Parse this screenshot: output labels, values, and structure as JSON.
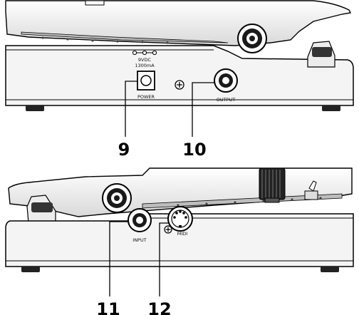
{
  "top_view": {
    "power_spec_voltage": "9VDC",
    "power_spec_current": "1300mA",
    "power_label": "POWER",
    "output_label": "OUTPUT",
    "callout_power": "9",
    "callout_output": "10"
  },
  "bottom_view": {
    "input_label": "INPUT",
    "midi_label": "MIDI",
    "callout_input": "11",
    "callout_midi": "12"
  }
}
